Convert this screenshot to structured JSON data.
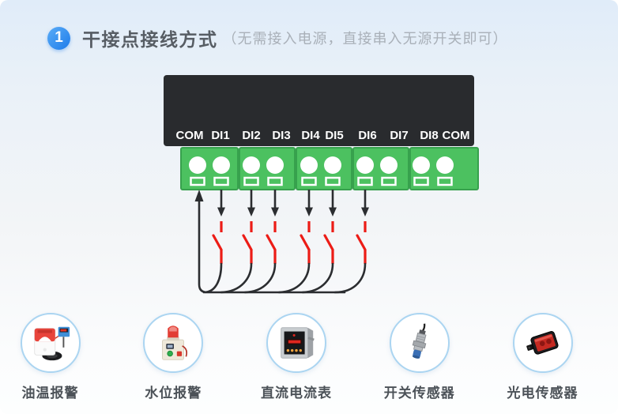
{
  "header": {
    "badge": "1",
    "title": "干接点接线方式",
    "subtitle": "（无需接入电源，直接串入无源开关即可）"
  },
  "terminals": {
    "labels": [
      "COM",
      "DI1",
      "DI2",
      "DI3",
      "DI4",
      "DI5",
      "DI6",
      "DI7",
      "DI8",
      "COM"
    ]
  },
  "wiring": {
    "common_terminal": "COM",
    "switched_inputs": [
      "DI1",
      "DI2",
      "DI3",
      "DI4",
      "DI5",
      "DI6"
    ],
    "switch_count": 6
  },
  "devices": [
    {
      "label": "油温报警",
      "icon": "oil-temperature-alarm-icon"
    },
    {
      "label": "水位报警",
      "icon": "water-level-alarm-icon"
    },
    {
      "label": "直流电流表",
      "icon": "dc-ammeter-icon"
    },
    {
      "label": "开关传感器",
      "icon": "switch-sensor-icon"
    },
    {
      "label": "光电传感器",
      "icon": "photoelectric-sensor-icon"
    }
  ],
  "colors": {
    "accent_blue": "#2e8bf0",
    "subtitle_gray": "#a9b0b8",
    "terminal_green": "#4cc160",
    "terminal_green_border": "#37a14d",
    "wire_red": "#ec1c16",
    "wire_black": "#2b2d30",
    "panel_dark": "#292b2e"
  }
}
